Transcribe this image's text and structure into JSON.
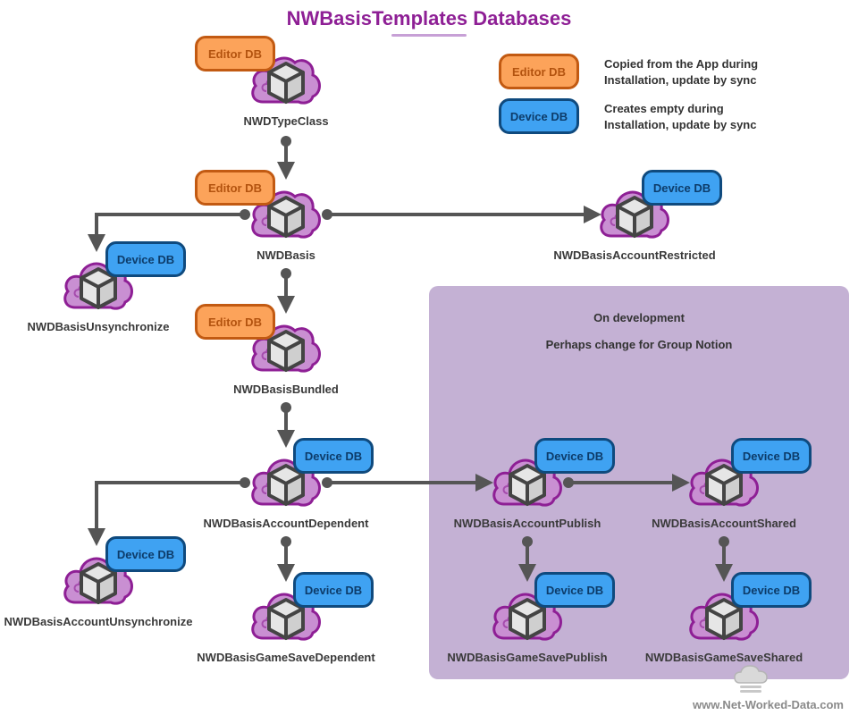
{
  "header": {
    "title": "NWBasisTemplates Databases"
  },
  "legend": {
    "editor_badge": "Editor DB",
    "editor_text_1": "Copied from the App during",
    "editor_text_2": "Installation, update by sync",
    "device_badge": "Device DB",
    "device_text_1": "Creates empty during",
    "device_text_2": "Installation, update by sync"
  },
  "panel": {
    "line1": "On development",
    "line2": "Perhaps change for Group Notion"
  },
  "nodes": [
    {
      "id": "typeclass",
      "label": "NWDTypeClass",
      "badge": "Editor DB",
      "kind": "editor"
    },
    {
      "id": "basis",
      "label": "NWDBasis",
      "badge": "Editor DB",
      "kind": "editor"
    },
    {
      "id": "restricted",
      "label": "NWDBasisAccountRestricted",
      "badge": "Device DB",
      "kind": "device"
    },
    {
      "id": "unsync",
      "label": "NWDBasisUnsynchronize",
      "badge": "Device DB",
      "kind": "device"
    },
    {
      "id": "bundled",
      "label": "NWDBasisBundled",
      "badge": "Editor DB",
      "kind": "editor"
    },
    {
      "id": "dependent",
      "label": "NWDBasisAccountDependent",
      "badge": "Device DB",
      "kind": "device"
    },
    {
      "id": "acc_unsync",
      "label": "NWDBasisAccountUnsynchronize",
      "badge": "Device DB",
      "kind": "device"
    },
    {
      "id": "gs_dependent",
      "label": "NWDBasisGameSaveDependent",
      "badge": "Device DB",
      "kind": "device"
    },
    {
      "id": "publish",
      "label": "NWDBasisAccountPublish",
      "badge": "Device DB",
      "kind": "device"
    },
    {
      "id": "shared",
      "label": "NWDBasisAccountShared",
      "badge": "Device DB",
      "kind": "device"
    },
    {
      "id": "gs_publish",
      "label": "NWDBasisGameSavePublish",
      "badge": "Device DB",
      "kind": "device"
    },
    {
      "id": "gs_shared",
      "label": "NWDBasisGameSaveShared",
      "badge": "Device DB",
      "kind": "device"
    }
  ],
  "edges": [
    {
      "from": "typeclass",
      "to": "basis"
    },
    {
      "from": "basis",
      "to": "restricted"
    },
    {
      "from": "basis",
      "to": "unsync"
    },
    {
      "from": "basis",
      "to": "bundled"
    },
    {
      "from": "bundled",
      "to": "dependent"
    },
    {
      "from": "dependent",
      "to": "acc_unsync"
    },
    {
      "from": "dependent",
      "to": "gs_dependent"
    },
    {
      "from": "dependent",
      "to": "publish"
    },
    {
      "from": "publish",
      "to": "shared"
    },
    {
      "from": "publish",
      "to": "gs_publish"
    },
    {
      "from": "shared",
      "to": "gs_shared"
    }
  ],
  "footer": {
    "text": "www.Net-Worked-Data.com",
    "logo_icon": "cloud-database-icon"
  },
  "colors": {
    "title": "#8e1f95",
    "editor_fill": "#fca35a",
    "editor_border": "#c25a12",
    "device_fill": "#3fa2f2",
    "device_border": "#0f4a7e",
    "cloud_fill": "#c98fd2",
    "cloud_border": "#8e1f95",
    "panel": "#c4b1d4",
    "arrow": "#555555"
  }
}
